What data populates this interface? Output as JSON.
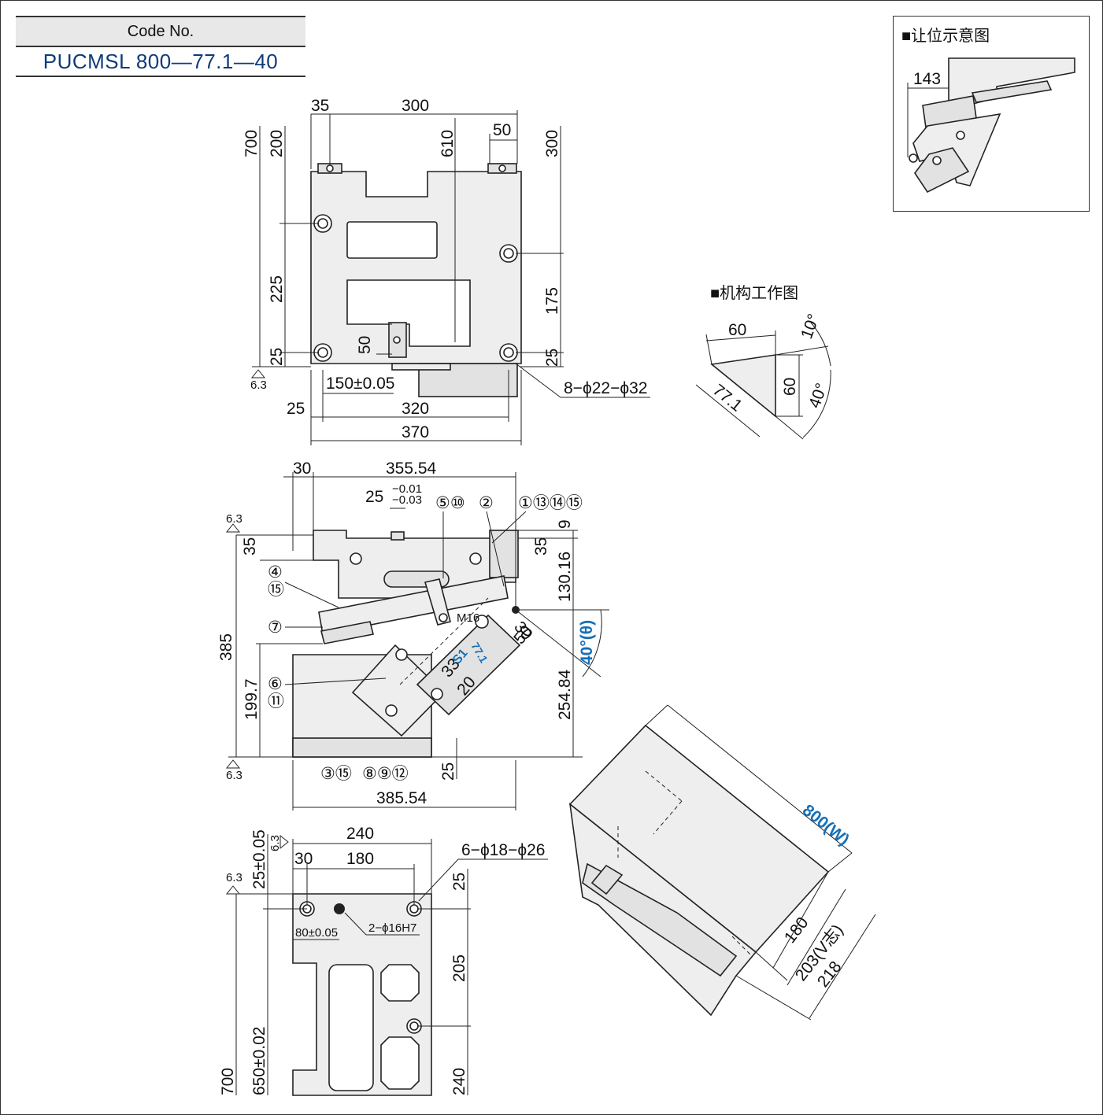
{
  "code_no": {
    "label": "Code No.",
    "value": "PUCMSL 800—77.1—40"
  },
  "inset": {
    "title": "■让位示意图",
    "dim": "143"
  },
  "mechanism": {
    "title": "■机构工作图",
    "dims": [
      "60",
      "10°",
      "60",
      "40°",
      "77.1"
    ]
  },
  "top_view": {
    "dims_top": [
      "35",
      "300",
      "50",
      "610"
    ],
    "dims_left": [
      "700",
      "200",
      "225",
      "25"
    ],
    "dims_right": [
      "300",
      "175",
      "25"
    ],
    "dim_50": "50",
    "dim_150": "150±0.05",
    "dims_bottom": [
      "25",
      "320",
      "370"
    ],
    "holes": "8−ϕ22−ϕ32",
    "roughness": "6.3"
  },
  "front_view": {
    "dims_top": [
      "30",
      "355.54"
    ],
    "tol": {
      "base": "25",
      "upper": "−0.01",
      "lower": "−0.03"
    },
    "dims_left": [
      "35",
      "385",
      "199.7"
    ],
    "dims_right": [
      "9",
      "35",
      "130.16",
      "254.84",
      "25"
    ],
    "angle": "40°(θ)",
    "slide": [
      "30",
      "50",
      "33",
      "20",
      "M16",
      "S1",
      "77.1"
    ],
    "dim_bottom": "385.54",
    "roughness": "6.3",
    "balloons_top": [
      "⑤⑩",
      "②",
      "①⑬⑭⑮"
    ],
    "balloons_left": [
      "④",
      "⑮",
      "⑦",
      "⑥",
      "⑪"
    ],
    "balloons_bottom": [
      "③⑮",
      "⑧⑨⑫"
    ]
  },
  "bottom_view": {
    "dims_top": [
      "240",
      "30",
      "180"
    ],
    "holes": "6−ϕ18−ϕ26",
    "pins": "2−ϕ16H7",
    "dim_80": "80±0.05",
    "dims_left": [
      "25±0.05",
      "700",
      "650±0.02"
    ],
    "dims_right": [
      "25",
      "205",
      "240"
    ],
    "roughness": "6.3"
  },
  "iso_view": {
    "width": "800(W)",
    "dims": [
      "180",
      "203(V志)",
      "218"
    ]
  }
}
